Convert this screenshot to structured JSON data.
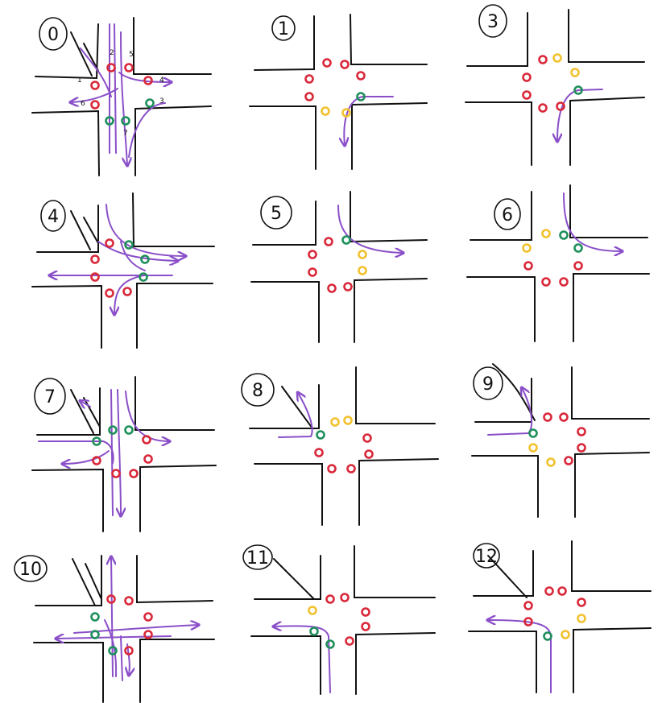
{
  "colors": {
    "red": "#d9283a",
    "yellow": "#f2c12e",
    "green": "#1e8f5a",
    "path": "#8a4fc8",
    "ink": "#111111"
  },
  "panels": [
    {
      "label": "0",
      "sub": [
        "6",
        "5",
        "4",
        "3",
        "2",
        "1",
        "7"
      ]
    },
    {
      "label": "1"
    },
    {
      "label": "3"
    },
    {
      "label": "4"
    },
    {
      "label": "5"
    },
    {
      "label": "6"
    },
    {
      "label": "7"
    },
    {
      "label": "8"
    },
    {
      "label": "9"
    },
    {
      "label": "10"
    },
    {
      "label": "11"
    },
    {
      "label": "12"
    }
  ]
}
